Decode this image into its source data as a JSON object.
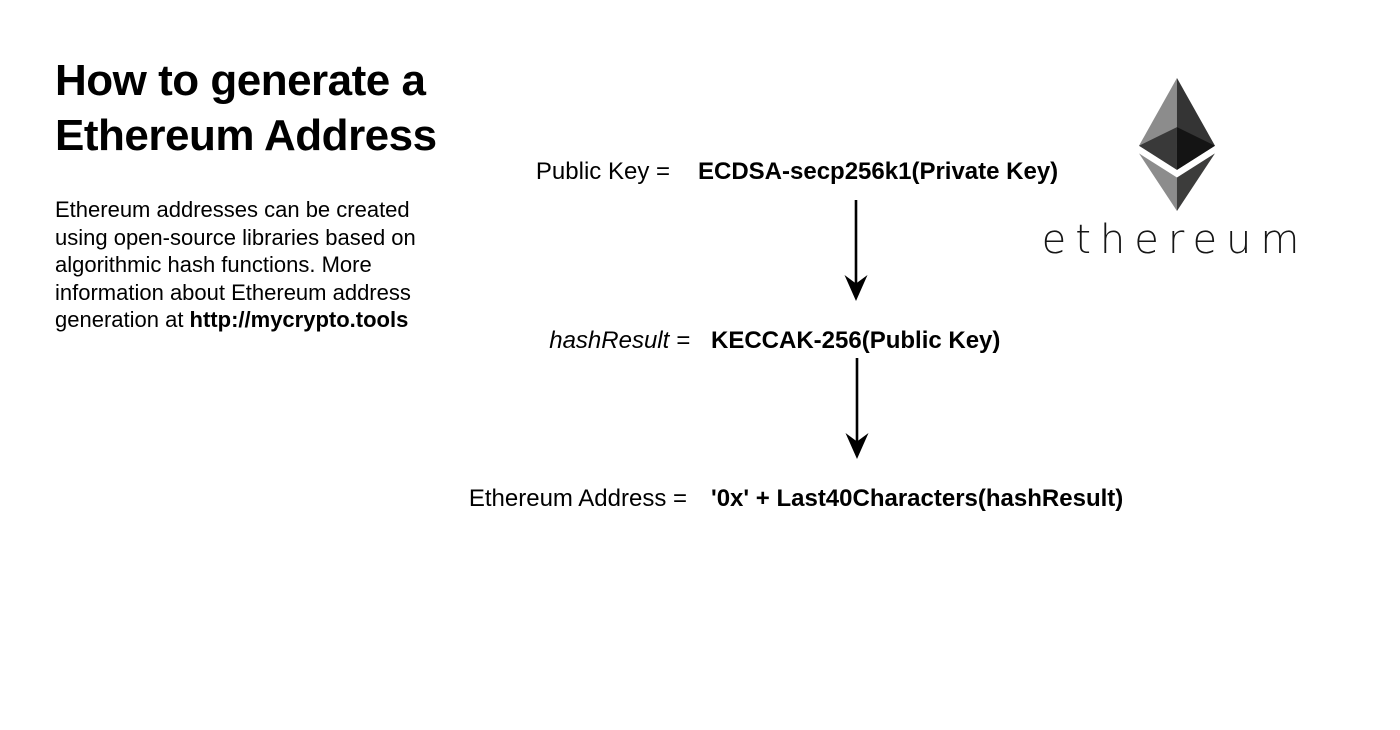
{
  "page": {
    "background": "#ffffff",
    "text_color": "#000000"
  },
  "title": {
    "lines": [
      "How to generate a",
      "Ethereum Address"
    ]
  },
  "description": {
    "lines": [
      "Ethereum addresses can be created",
      "using open-source libraries based on",
      "algorithmic hash functions. More",
      "information about Ethereum address"
    ],
    "last_line_prefix": "generation at ",
    "link_text": "http://mycrypto.tools"
  },
  "flow": {
    "arrow_color": "#000000",
    "steps": [
      {
        "label": "Public Key =",
        "value": "ECDSA-secp256k1(Private Key)"
      },
      {
        "label": "hashResult =",
        "value": "KECCAK-256(Public Key)"
      },
      {
        "label": "Ethereum Address =",
        "value": "'0x' + Last40Characters(hashResult)"
      }
    ]
  },
  "logo": {
    "wordmark": "ethereum",
    "facets": {
      "top_right": "#343434",
      "top_left": "#8C8C8C",
      "middle_right": "#141414",
      "middle_left": "#393939",
      "bottom_right": "#3C3C3B",
      "bottom_left": "#8C8C8C"
    }
  }
}
